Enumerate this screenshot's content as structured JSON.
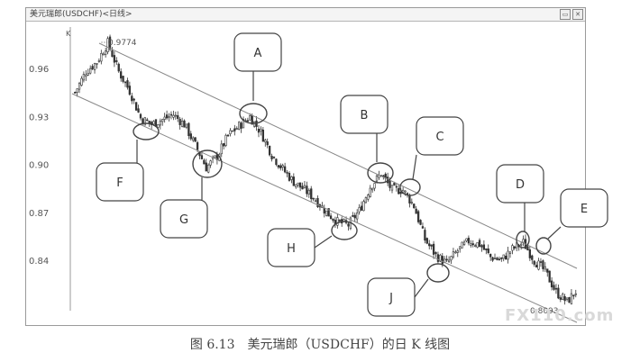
{
  "window": {
    "title": "美元瑞郎(USDCHF)<日线>",
    "buttons": [
      "▭",
      "✕"
    ]
  },
  "caption": "图 6.13　美元瑞郎（USDCHF）的日 K 线图",
  "watermark": "FX110.com",
  "chart_data": {
    "type": "candlestick",
    "axis_unit_label": "K",
    "y_ticks": [
      0.96,
      0.93,
      0.9,
      0.87,
      0.84
    ],
    "ylim": [
      0.808,
      0.985
    ],
    "grid": false,
    "annotations": {
      "high_label": "0.9774",
      "low_label": "0.8093"
    },
    "callouts": [
      "A",
      "B",
      "C",
      "D",
      "E",
      "F",
      "G",
      "H",
      "J"
    ],
    "close_path": [
      0.945,
      0.958,
      0.964,
      0.976,
      0.958,
      0.946,
      0.929,
      0.925,
      0.928,
      0.931,
      0.925,
      0.912,
      0.898,
      0.905,
      0.918,
      0.924,
      0.93,
      0.92,
      0.906,
      0.897,
      0.889,
      0.884,
      0.878,
      0.87,
      0.864,
      0.862,
      0.871,
      0.886,
      0.894,
      0.884,
      0.884,
      0.874,
      0.853,
      0.843,
      0.838,
      0.846,
      0.852,
      0.85,
      0.842,
      0.84,
      0.847,
      0.851,
      0.84,
      0.833,
      0.82,
      0.814,
      0.822
    ]
  }
}
